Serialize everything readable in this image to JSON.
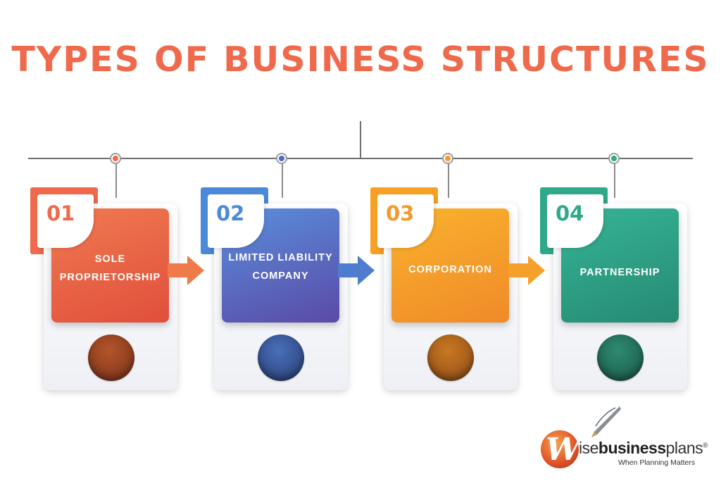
{
  "title": "TYPES OF BUSINESS STRUCTURES",
  "steps": [
    {
      "number": "01",
      "label_line1": "SOLE",
      "label_line2": "PROPRIETORSHIP",
      "color": "#ef6a4c",
      "dark": "#d94a3d",
      "ball": "#8e3b22"
    },
    {
      "number": "02",
      "label_line1": "LIMITED LIABILITY",
      "label_line2": "COMPANY",
      "color": "#4b8ad6",
      "dark": "#5b4fa8",
      "ball": "#2f4a86"
    },
    {
      "number": "03",
      "label_line1": "CORPORATION",
      "label_line2": "",
      "color": "#f7a025",
      "dark": "#f08a2a",
      "ball": "#9a5a1f"
    },
    {
      "number": "04",
      "label_line1": "PARTNERSHIP",
      "label_line2": "",
      "color": "#2fa989",
      "dark": "#2a8d76",
      "ball": "#1f5e4c"
    }
  ],
  "logo": {
    "brand_letter": "W",
    "brand_light": "ise",
    "brand_bold": "business",
    "brand_light2": "plans",
    "registered": "®",
    "tagline": "When Planning Matters"
  }
}
